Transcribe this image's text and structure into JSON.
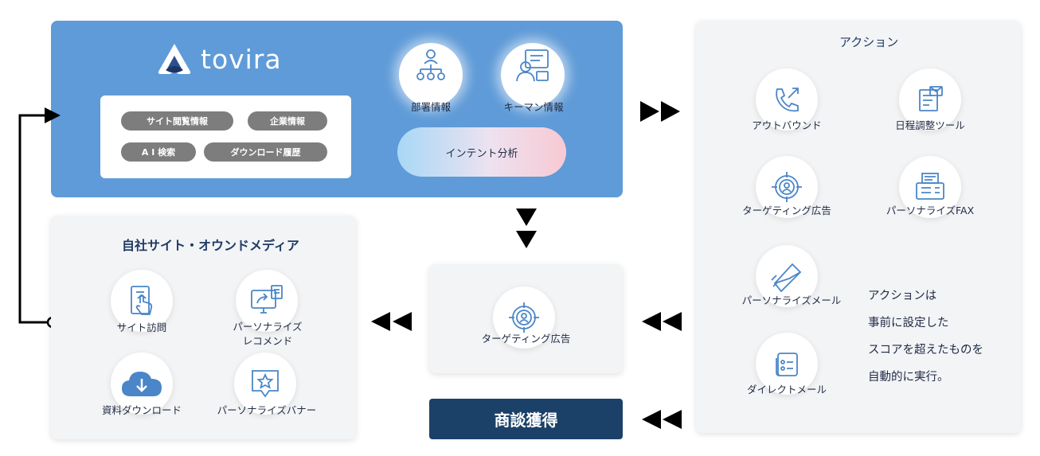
{
  "tovira": {
    "logo_text": "tovira",
    "info_pills": [
      "サイト閲覧情報",
      "企業情報",
      "A I 検索",
      "ダウンロード履歴"
    ],
    "dept_label": "部署情報",
    "keyman_label": "キーマン情報",
    "intent_label": "インテント分析"
  },
  "action": {
    "title": "アクション",
    "items": [
      "アウトバウンド",
      "日程調整ツール",
      "ターゲティング広告",
      "パーソナライズFAX",
      "パーソナライズメール",
      "ダイレクトメール"
    ],
    "note_lines": [
      "アクションは",
      "事前に設定した",
      "スコアを超えたものを",
      "自動的に実行。"
    ]
  },
  "middle": {
    "targeting_label": "ターゲティング広告",
    "deal_label": "商談獲得"
  },
  "owned": {
    "title": "自社サイト・オウンドメディア",
    "site_visit": "サイト訪問",
    "recommend_line1": "パーソナライズ",
    "recommend_line2": "レコメンド",
    "download": "資料ダウンロード",
    "banner": "パーソナライズバナー"
  },
  "colors": {
    "panel_blue": "#5f9bd8",
    "icon_blue": "#4a86c8",
    "deal_navy": "#1c4168",
    "pill_gray": "#7d7d7d"
  }
}
